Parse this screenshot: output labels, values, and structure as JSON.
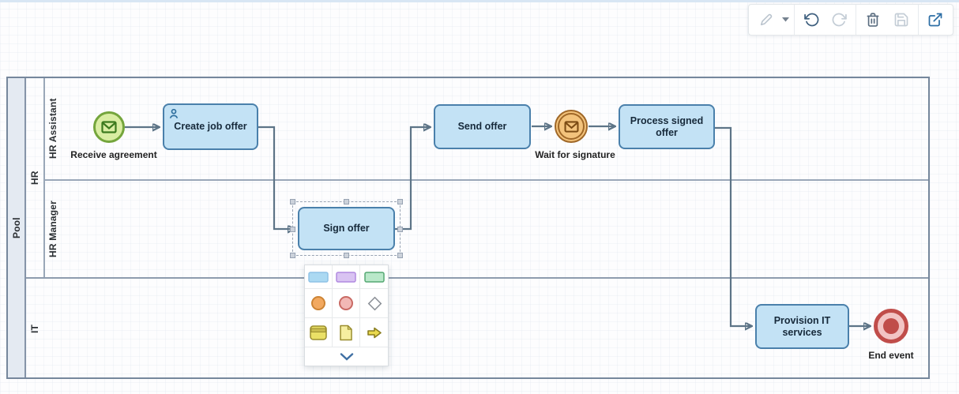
{
  "toolbar": {
    "buttons": [
      {
        "name": "edit-tool",
        "icon": "pencil-icon",
        "state": "disabled",
        "caret": true
      },
      {
        "name": "undo",
        "icon": "undo-icon",
        "state": "enabled"
      },
      {
        "name": "redo",
        "icon": "redo-icon",
        "state": "disabled"
      },
      {
        "name": "delete",
        "icon": "trash-icon",
        "state": "enabled"
      },
      {
        "name": "save",
        "icon": "floppy-disk-icon",
        "state": "disabled"
      },
      {
        "name": "open-in-new",
        "icon": "external-link-icon",
        "state": "enabled"
      }
    ]
  },
  "pool": {
    "label": "Pool",
    "lanes": [
      {
        "label": "HR",
        "sublanes": [
          {
            "label": "HR Assistant"
          },
          {
            "label": "HR Manager"
          }
        ]
      },
      {
        "label": "IT"
      }
    ]
  },
  "diagram": {
    "events": [
      {
        "type": "message-start-event",
        "label": "Receive agreement",
        "lane": "HR Assistant"
      },
      {
        "type": "message-intermediate-catch-event",
        "label": "Wait for signature",
        "lane": "HR Assistant"
      },
      {
        "type": "end-event",
        "label": "End event",
        "lane": "IT"
      }
    ],
    "tasks": [
      {
        "label": "Create job offer",
        "lane": "HR Assistant",
        "icon": "user-icon"
      },
      {
        "label": "Sign offer",
        "lane": "HR Manager",
        "selected": true
      },
      {
        "label": "Send offer",
        "lane": "HR Assistant"
      },
      {
        "label": "Process signed offer",
        "lane": "HR Assistant"
      },
      {
        "label": "Provision IT services",
        "lane": "IT"
      }
    ],
    "flows": [
      "Receive agreement -> Create job offer",
      "Create job offer -> Sign offer",
      "Sign offer -> Send offer",
      "Send offer -> Wait for signature",
      "Wait for signature -> Process signed offer",
      "Process signed offer -> Provision IT services",
      "Provision IT services -> End event"
    ]
  },
  "palette": {
    "items": [
      {
        "icon": "task-blue-icon"
      },
      {
        "icon": "task-purple-icon"
      },
      {
        "icon": "task-green-icon"
      },
      {
        "icon": "event-orange-icon"
      },
      {
        "icon": "event-red-icon"
      },
      {
        "icon": "gateway-diamond-icon"
      },
      {
        "icon": "data-store-yellow-icon"
      },
      {
        "icon": "document-yellow-icon"
      },
      {
        "icon": "arrow-right-gold-icon"
      }
    ],
    "expander": {
      "icon": "chevron-down-icon"
    }
  },
  "colors": {
    "task_fill": "#c3e2f5",
    "task_border": "#4a80ab",
    "connector": "#5d7487",
    "start_event_fill": "#d9eda2",
    "start_event_border": "#74a53c",
    "intermediate_event_fill": "#f3c37c",
    "intermediate_event_border": "#a06828",
    "end_event_color": "#c04d4a",
    "end_event_inner_fill": "#f2c4c4",
    "lane_border": "#76879c",
    "pool_label_bg": "#e4eaf2"
  }
}
